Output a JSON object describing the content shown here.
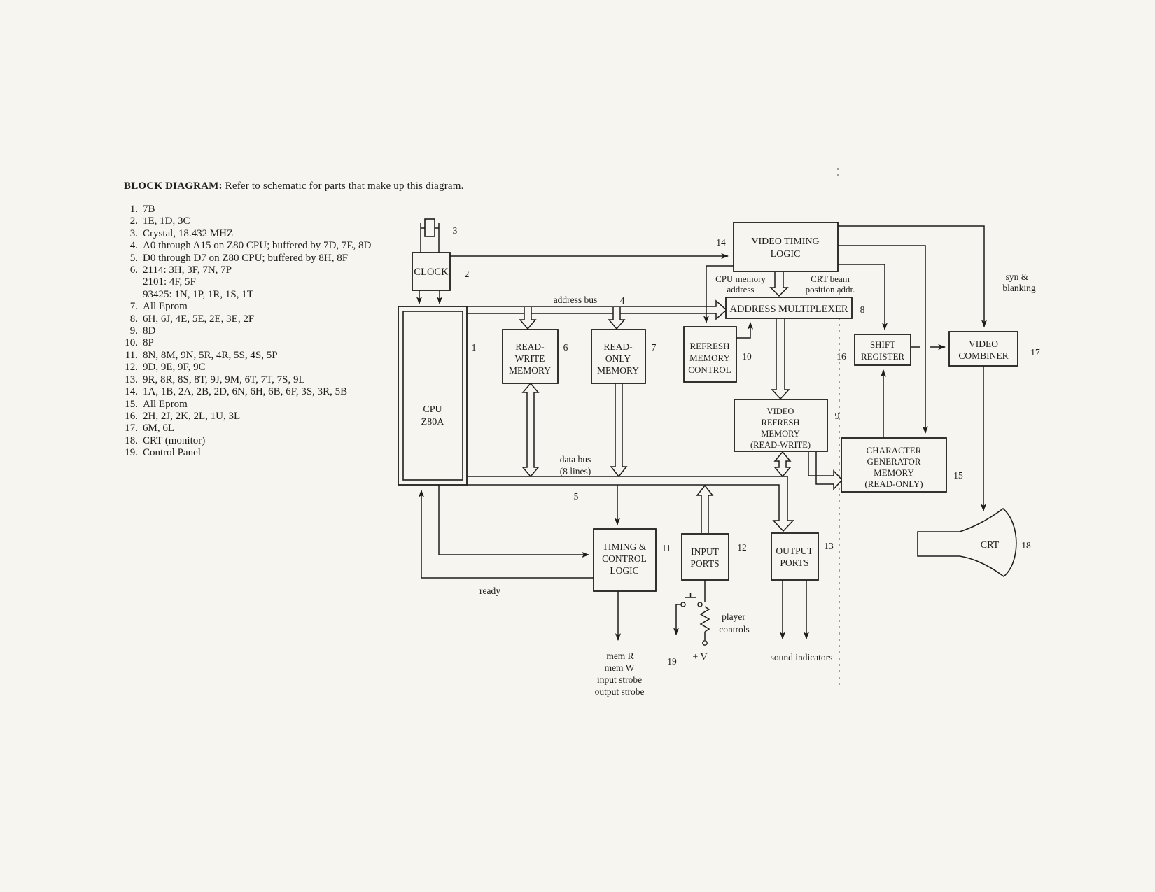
{
  "header": {
    "prefix": "BLOCK DIAGRAM:",
    "rest": " Refer to schematic for parts that make up this diagram."
  },
  "parts_list": [
    {
      "n": "1.",
      "t": "7B"
    },
    {
      "n": "2.",
      "t": "1E, 1D, 3C"
    },
    {
      "n": "3.",
      "t": "Crystal, 18.432 MHZ"
    },
    {
      "n": "4.",
      "t": "A0 through A15 on Z80 CPU; buffered by 7D, 7E, 8D"
    },
    {
      "n": "5.",
      "t": "D0 through D7 on Z80 CPU; buffered by 8H, 8F"
    },
    {
      "n": "6.",
      "t": "2114: 3H, 3F, 7N, 7P"
    },
    {
      "n": "",
      "t": "2101: 4F, 5F"
    },
    {
      "n": "",
      "t": "93425: 1N, 1P, 1R, 1S, 1T"
    },
    {
      "n": "7.",
      "t": "All Eprom"
    },
    {
      "n": "8.",
      "t": "6H, 6J, 4E, 5E, 2E, 3E, 2F"
    },
    {
      "n": "9.",
      "t": "8D"
    },
    {
      "n": "10.",
      "t": "8P"
    },
    {
      "n": "11.",
      "t": "8N, 8M, 9N, 5R, 4R, 5S, 4S, 5P"
    },
    {
      "n": "12.",
      "t": "9D, 9E, 9F, 9C"
    },
    {
      "n": "13.",
      "t": "9R, 8R, 8S, 8T, 9J, 9M, 6T, 7T, 7S, 9L"
    },
    {
      "n": "14.",
      "t": "1A, 1B, 2A, 2B, 2D, 6N, 6H, 6B, 6F, 3S, 3R, 5B"
    },
    {
      "n": "15.",
      "t": "All Eprom"
    },
    {
      "n": "16.",
      "t": "2H, 2J, 2K, 2L, 1U, 3L"
    },
    {
      "n": "17.",
      "t": "6M, 6L"
    },
    {
      "n": "18.",
      "t": "CRT (monitor)"
    },
    {
      "n": "19.",
      "t": "Control Panel"
    }
  ],
  "blocks": {
    "crystal": {
      "ref": "3"
    },
    "clock": {
      "l1": "CLOCK",
      "ref": "2"
    },
    "cpu": {
      "l1": "CPU",
      "l2": "Z80A",
      "ref": "1"
    },
    "rwm": {
      "l1": "READ-",
      "l2": "WRITE",
      "l3": "MEMORY",
      "ref": "6"
    },
    "rom": {
      "l1": "READ-",
      "l2": "ONLY",
      "l3": "MEMORY",
      "ref": "7"
    },
    "rmc": {
      "l1": "REFRESH",
      "l2": "MEMORY",
      "l3": "CONTROL",
      "ref": "10"
    },
    "vtl": {
      "l1": "VIDEO TIMING",
      "l2": "LOGIC",
      "ref": "14"
    },
    "am": {
      "l1": "ADDRESS MULTIPLEXER",
      "ref": "8"
    },
    "vrm": {
      "l1": "VIDEO",
      "l2": "REFRESH",
      "l3": "MEMORY",
      "l4": "(READ-WRITE)",
      "ref": "9"
    },
    "sr": {
      "l1": "SHIFT",
      "l2": "REGISTER",
      "ref": "16"
    },
    "vc": {
      "l1": "VIDEO",
      "l2": "COMBINER",
      "ref": "17"
    },
    "cg": {
      "l1": "CHARACTER",
      "l2": "GENERATOR",
      "l3": "MEMORY",
      "l4": "(READ-ONLY)",
      "ref": "15"
    },
    "tcl": {
      "l1": "TIMING &",
      "l2": "CONTROL",
      "l3": "LOGIC",
      "ref": "11"
    },
    "ip": {
      "l1": "INPUT",
      "l2": "PORTS",
      "ref": "12"
    },
    "op": {
      "l1": "OUTPUT",
      "l2": "PORTS",
      "ref": "13"
    },
    "crt": {
      "l1": "CRT",
      "ref": "18"
    }
  },
  "labels": {
    "address_bus": "address bus",
    "address_ref": "4",
    "data_bus": "data bus",
    "data_lines": "(8 lines)",
    "data_ref": "5",
    "cpu_mem1": "CPU memory",
    "cpu_mem2": "address",
    "crt_beam1": "CRT beam",
    "crt_beam2": "position addr.",
    "syn1": "syn &",
    "syn2": "blanking",
    "ready": "ready",
    "mem_r": "mem R",
    "mem_w": "mem W",
    "in_strobe": "input strobe",
    "out_strobe": "output strobe",
    "ref19": "19",
    "plus_v": "+ V",
    "player1": "player",
    "player2": "controls",
    "sound": "sound indicators"
  }
}
